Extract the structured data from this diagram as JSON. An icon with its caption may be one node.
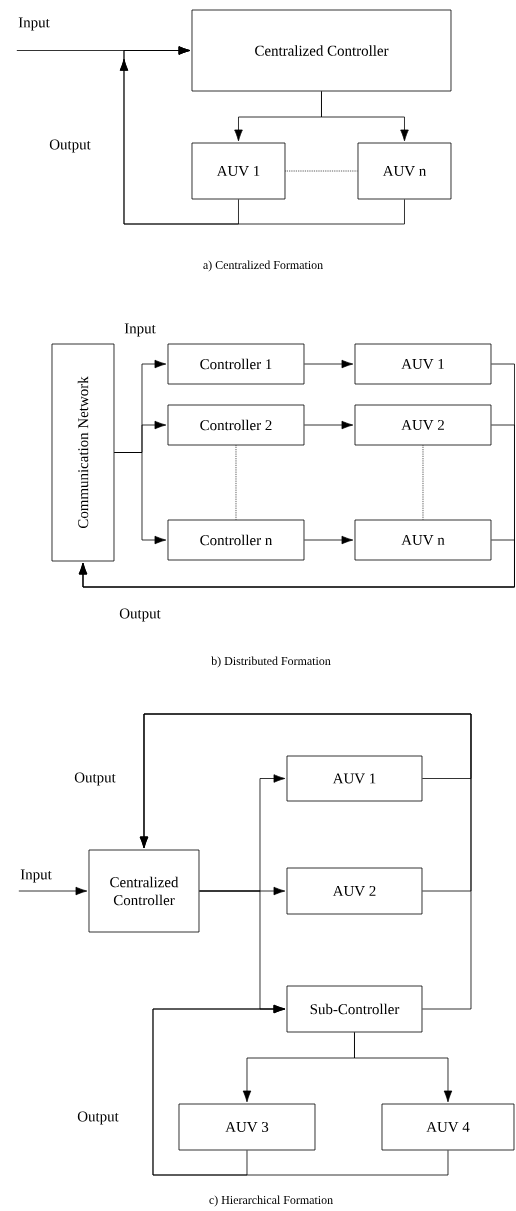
{
  "diagram": {
    "nodes": [
      {
        "text": [
          "Centralized Controller"
        ]
      },
      {
        "text": [
          "AUV 1"
        ]
      },
      {
        "text": [
          "AUV n"
        ]
      },
      {
        "text": [
          "Communication Network"
        ]
      },
      {
        "text": [
          "Controller 1"
        ]
      },
      {
        "text": [
          "Controller 2"
        ]
      },
      {
        "text": [
          "Controller n"
        ]
      },
      {
        "text": [
          "AUV 1"
        ]
      },
      {
        "text": [
          "AUV 2"
        ]
      },
      {
        "text": [
          "AUV n"
        ]
      },
      {
        "text": [
          "Centralized Controller"
        ]
      },
      {
        "text": [
          "AUV 1"
        ]
      },
      {
        "text": [
          "AUV 2"
        ]
      },
      {
        "text": [
          "Sub-Controller"
        ]
      },
      {
        "text": [
          "AUV 3"
        ]
      },
      {
        "text": [
          "AUV 4"
        ]
      },
      {
        "text": [
          "Input"
        ]
      },
      {
        "text": [
          "Input"
        ]
      }
    ],
    "edges": [
      {
        "from": 16,
        "to": 0,
        "arrow": "to"
      },
      {
        "from": 0,
        "to": 1,
        "arrow": "to"
      },
      {
        "from": 0,
        "to": 2,
        "arrow": "to"
      },
      {
        "from": 1,
        "to": 2,
        "arrow": "none",
        "style": "dashed"
      },
      {
        "from": 1,
        "to": 0,
        "arrow": "to"
      },
      {
        "from": 2,
        "to": 0,
        "arrow": "to"
      },
      {
        "from": 3,
        "to": 4,
        "arrow": "to"
      },
      {
        "from": 3,
        "to": 5,
        "arrow": "to"
      },
      {
        "from": 3,
        "to": 6,
        "arrow": "to"
      },
      {
        "from": 4,
        "to": 7,
        "arrow": "to"
      },
      {
        "from": 5,
        "to": 8,
        "arrow": "to"
      },
      {
        "from": 6,
        "to": 9,
        "arrow": "to"
      },
      {
        "from": 5,
        "to": 6,
        "arrow": "none",
        "style": "dashed"
      },
      {
        "from": 8,
        "to": 9,
        "arrow": "none",
        "style": "dashed"
      },
      {
        "from": 7,
        "to": 3,
        "arrow": "to"
      },
      {
        "from": 8,
        "to": 3,
        "arrow": "to"
      },
      {
        "from": 9,
        "to": 3,
        "arrow": "to"
      },
      {
        "from": 17,
        "to": 10,
        "arrow": "to"
      },
      {
        "from": 10,
        "to": 11,
        "arrow": "to"
      },
      {
        "from": 10,
        "to": 12,
        "arrow": "to"
      },
      {
        "from": 10,
        "to": 13,
        "arrow": "to"
      },
      {
        "from": 13,
        "to": 14,
        "arrow": "to"
      },
      {
        "from": 13,
        "to": 15,
        "arrow": "to"
      },
      {
        "from": 14,
        "to": 13,
        "arrow": "to"
      },
      {
        "from": 15,
        "to": 13,
        "arrow": "to"
      },
      {
        "from": 11,
        "to": 10,
        "arrow": "to"
      },
      {
        "from": 12,
        "to": 10,
        "arrow": "to"
      },
      {
        "from": 13,
        "to": 10,
        "arrow": "to"
      }
    ],
    "labels": [
      "Output",
      "a) Centralized Formation",
      "Input",
      "Output",
      "b) Distributed Formation",
      "Output",
      "Output",
      "c) Hierarchical Formation"
    ]
  }
}
